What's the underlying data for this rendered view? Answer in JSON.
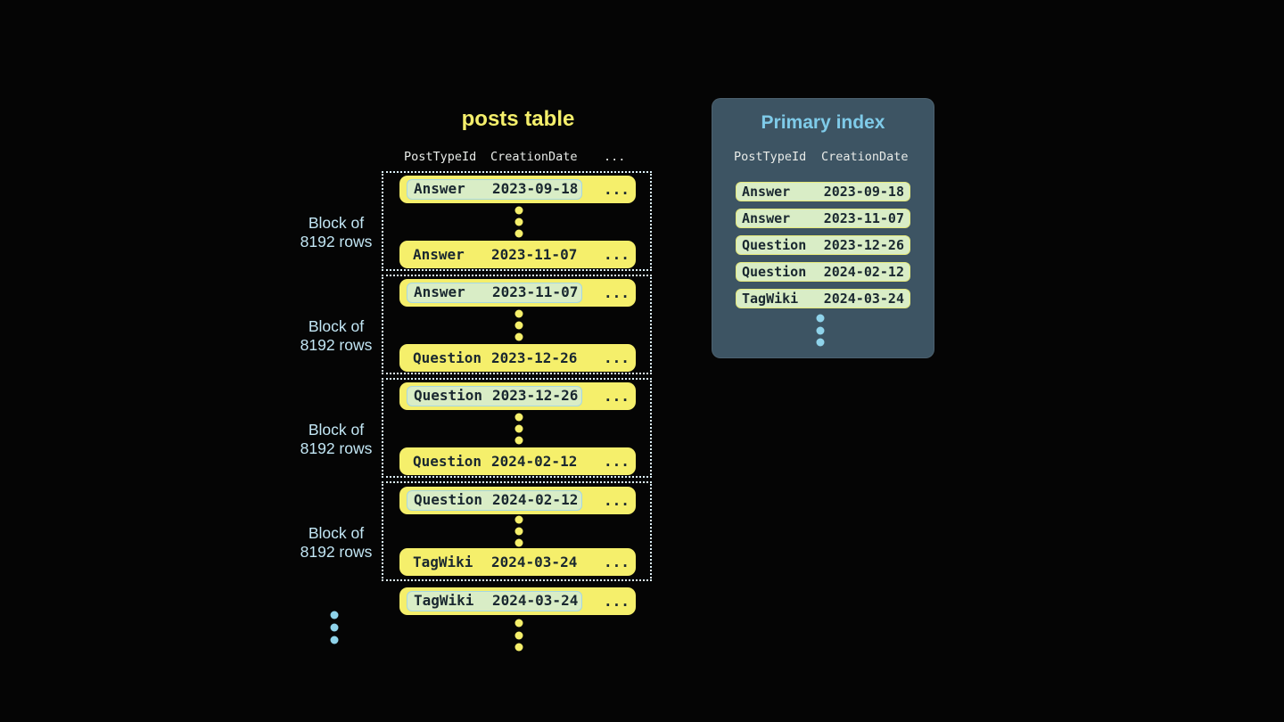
{
  "posts_table": {
    "title": "posts table",
    "columns": [
      "PostTypeId",
      "CreationDate"
    ],
    "more_columns_ellipsis": "...",
    "block_label": [
      "Block of",
      "8192 rows"
    ],
    "blocks": [
      {
        "first_row": {
          "post_type": "Answer",
          "creation_date": "2023-09-18",
          "highlighted": true
        },
        "last_row": {
          "post_type": "Answer",
          "creation_date": "2023-11-07",
          "highlighted": false
        }
      },
      {
        "first_row": {
          "post_type": "Answer",
          "creation_date": "2023-11-07",
          "highlighted": true
        },
        "last_row": {
          "post_type": "Question",
          "creation_date": "2023-12-26",
          "highlighted": false
        }
      },
      {
        "first_row": {
          "post_type": "Question",
          "creation_date": "2023-12-26",
          "highlighted": true
        },
        "last_row": {
          "post_type": "Question",
          "creation_date": "2024-02-12",
          "highlighted": false
        }
      },
      {
        "first_row": {
          "post_type": "Question",
          "creation_date": "2024-02-12",
          "highlighted": true
        },
        "last_row": {
          "post_type": "TagWiki",
          "creation_date": "2024-03-24",
          "highlighted": false
        }
      }
    ],
    "next_block_first_row": {
      "post_type": "TagWiki",
      "creation_date": "2024-03-24",
      "highlighted": true
    }
  },
  "primary_index": {
    "title": "Primary index",
    "columns": [
      "PostTypeId",
      "CreationDate"
    ],
    "rows": [
      {
        "post_type": "Answer",
        "creation_date": "2023-09-18"
      },
      {
        "post_type": "Answer",
        "creation_date": "2023-11-07"
      },
      {
        "post_type": "Question",
        "creation_date": "2023-12-26"
      },
      {
        "post_type": "Question",
        "creation_date": "2024-02-12"
      },
      {
        "post_type": "TagWiki",
        "creation_date": "2024-03-24"
      }
    ]
  },
  "colors": {
    "background": "#050505",
    "row_yellow": "#f5ef6b",
    "row_text": "#1a2830",
    "highlight_green": "#d9edc6",
    "highlight_border": "#a6d7e2",
    "index_row_border": "#e5e97c",
    "panel_bg": "#3d5463",
    "panel_title": "#7fcbe9",
    "header_text": "#e8ebe8",
    "block_label_text": "#c3e7f5",
    "block_outline": "#dcf0f9",
    "dots_blue": "#8fd3ea"
  }
}
